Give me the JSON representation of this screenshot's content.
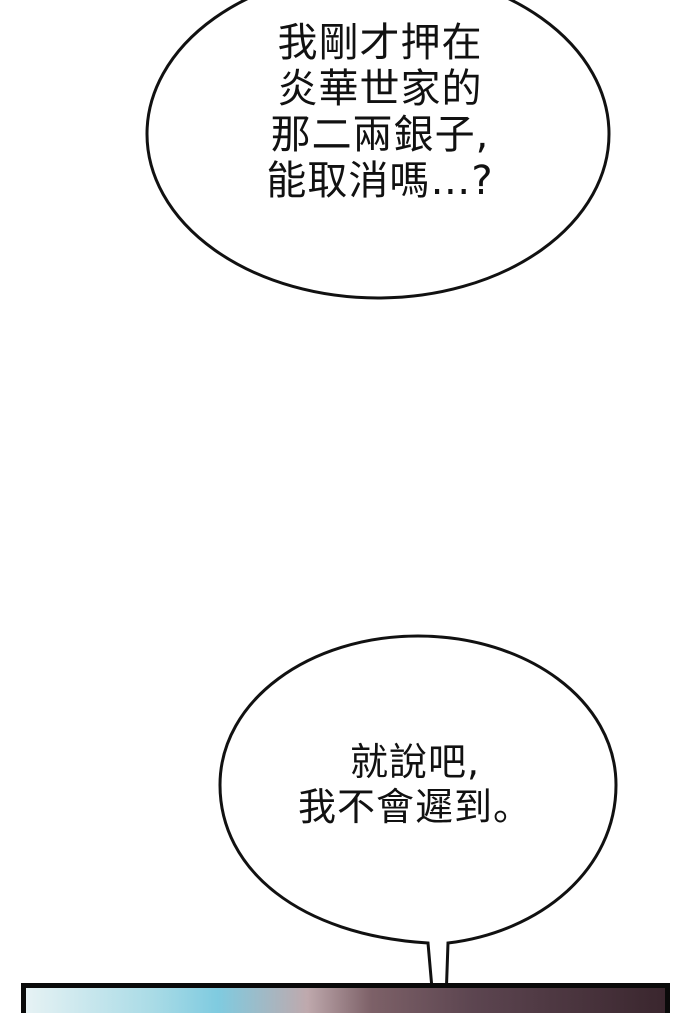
{
  "page": {
    "type": "comic-panel",
    "background": "#ffffff"
  },
  "bubbles": [
    {
      "id": "bubble-1",
      "lines": [
        "我剛才押在",
        "炎華世家的",
        "那二兩銀子,",
        "能取消嗎…?"
      ]
    },
    {
      "id": "bubble-2",
      "lines": [
        "就說吧,",
        "我不會遲到。"
      ]
    }
  ],
  "panel": {
    "border_color": "#0a0a0a",
    "colors": [
      "#e6f2f4",
      "#7fcbe0",
      "#bfa9ad",
      "#5c4550",
      "#3a262e"
    ]
  }
}
